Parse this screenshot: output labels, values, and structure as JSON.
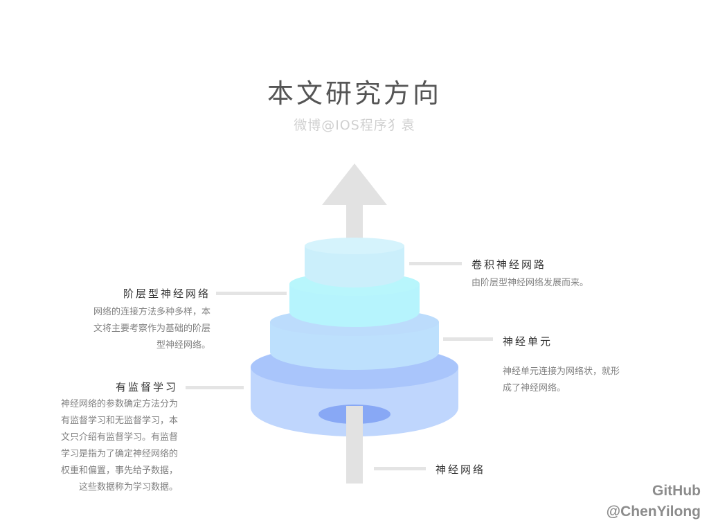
{
  "header": {
    "title": "本文研究方向",
    "subtitle": "微博@IOS程序犭袁"
  },
  "layers": [
    {
      "id": "top",
      "heading": "卷积神经网路",
      "description": [
        "由阶层型神经网络发展而来。"
      ],
      "color": "#cdf0fb"
    },
    {
      "id": "second",
      "heading": "阶层型神经网络",
      "description": [
        "网络的连接方法多种多样，本",
        "文将主要考察作为基础的阶层",
        "型神经网络。"
      ],
      "color": "#b8f6fc"
    },
    {
      "id": "third",
      "heading": "神经单元",
      "description": [
        "神经单元连接为网络状，就形",
        "成了神经网络。"
      ],
      "color": "#bcdcfc"
    },
    {
      "id": "bottom",
      "heading": "有监督学习",
      "description": [
        "神经网络的参数确定方法分为",
        "有监督学习和无监督学习，本",
        "文只介绍有监督学习。有监督",
        "学习是指为了确定神经网络的",
        "权重和偏置，事先给予数据，",
        "这些数据称为学习数据。"
      ],
      "color": "#a9c5fb"
    }
  ],
  "base_label": "神经网络",
  "watermark": {
    "line1": "GitHub",
    "line2": "@ChenYilong"
  },
  "colors": {
    "arrow": "#e2e2e2",
    "connector": "#e4e4e4",
    "hole": "#88a8f5"
  }
}
